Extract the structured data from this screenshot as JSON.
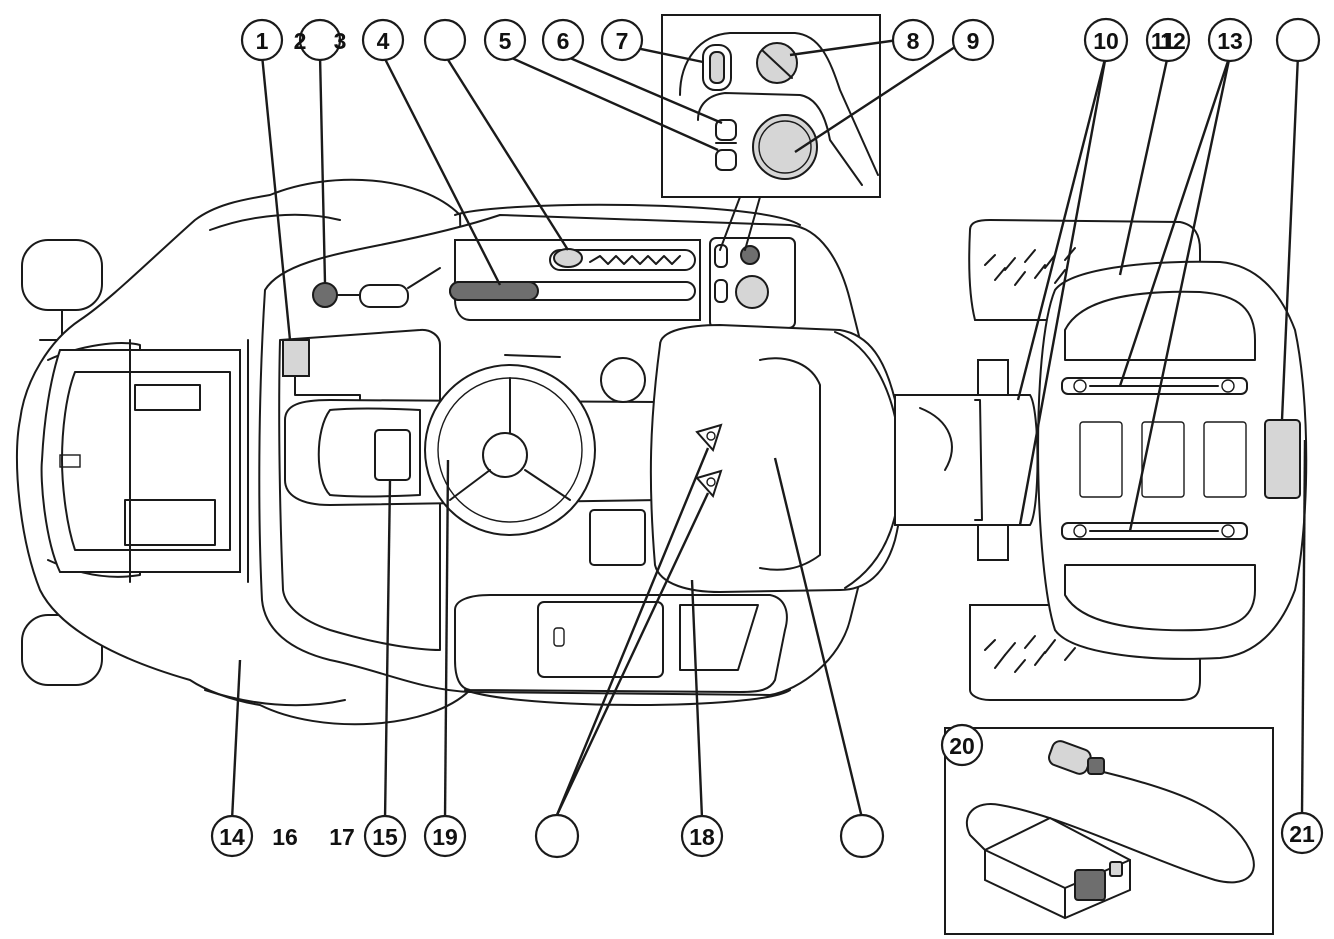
{
  "callouts": [
    {
      "id": "c1",
      "label": "1"
    },
    {
      "id": "c2",
      "label": "2"
    },
    {
      "id": "c3",
      "label": "3"
    },
    {
      "id": "c4",
      "label": "4"
    },
    {
      "id": "c-blank-top",
      "label": ""
    },
    {
      "id": "c5",
      "label": "5"
    },
    {
      "id": "c6",
      "label": "6"
    },
    {
      "id": "c7",
      "label": "7"
    },
    {
      "id": "c8",
      "label": "8"
    },
    {
      "id": "c9",
      "label": "9"
    },
    {
      "id": "c10",
      "label": "10"
    },
    {
      "id": "c11",
      "label": "11"
    },
    {
      "id": "c12",
      "label": "12"
    },
    {
      "id": "c13",
      "label": "13"
    },
    {
      "id": "c-blank-right",
      "label": ""
    },
    {
      "id": "c14",
      "label": "14"
    },
    {
      "id": "c16",
      "label": "16"
    },
    {
      "id": "c17",
      "label": "17"
    },
    {
      "id": "c15",
      "label": "15"
    },
    {
      "id": "c19",
      "label": "19"
    },
    {
      "id": "c-blank-bottom-a",
      "label": ""
    },
    {
      "id": "c18",
      "label": "18"
    },
    {
      "id": "c-blank-bottom-b",
      "label": ""
    },
    {
      "id": "c20",
      "label": "20"
    },
    {
      "id": "c21",
      "label": "21"
    }
  ]
}
